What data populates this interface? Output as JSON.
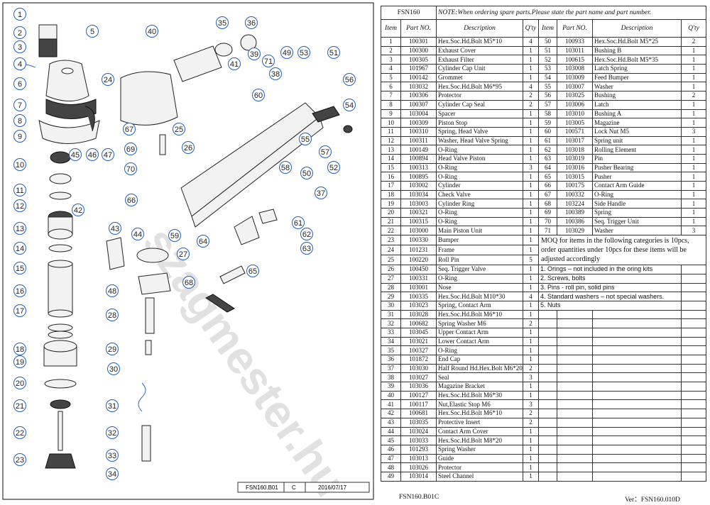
{
  "diagram": {
    "callouts": [
      "1",
      "2",
      "3",
      "4",
      "5",
      "6",
      "7",
      "8",
      "9",
      "10",
      "11",
      "12",
      "13",
      "14",
      "15",
      "16",
      "17",
      "18",
      "19",
      "20",
      "21",
      "22",
      "23",
      "24",
      "25",
      "26",
      "27",
      "28",
      "29",
      "30",
      "31",
      "32",
      "33",
      "34",
      "35",
      "36",
      "37",
      "38",
      "39",
      "40",
      "41",
      "42",
      "43",
      "44",
      "45",
      "46",
      "47",
      "48",
      "49",
      "50",
      "51",
      "52",
      "53",
      "54",
      "55",
      "56",
      "57",
      "58",
      "59",
      "60",
      "61",
      "62",
      "63",
      "64",
      "65",
      "66",
      "67",
      "68",
      "69",
      "70",
      "71"
    ],
    "title_block": {
      "drawing_no": "FSN160.B01",
      "rev": "C",
      "date": "2016/07/17"
    },
    "watermark": "szagmester.hu"
  },
  "sheet": {
    "model": "FSN160",
    "note": "NOTE:When ordering spare parts.Please state the part name and part number.",
    "headers": {
      "item": "Item",
      "part_no": "Part NO.",
      "description": "Description",
      "qty": "Q'ty"
    },
    "left_rows": [
      [
        "1",
        "100301",
        "Hex.Soc.Hd.Bolt  M5*10",
        "4"
      ],
      [
        "2",
        "100300",
        "Exhaust Cover",
        "1"
      ],
      [
        "3",
        "100305",
        "Exhaust Filter",
        "1"
      ],
      [
        "4",
        "101967",
        "Cylinder Cap Unit",
        "1"
      ],
      [
        "5",
        "100142",
        "Grommet",
        "1"
      ],
      [
        "6",
        "103032",
        "Hex.Soc.Hd.Bolt  M6*95",
        "4"
      ],
      [
        "7",
        "100306",
        "Protector",
        "2"
      ],
      [
        "8",
        "100307",
        "Cylinder Cap Seal",
        "2"
      ],
      [
        "9",
        "103004",
        "Spacer",
        "1"
      ],
      [
        "10",
        "100309",
        "Piston Stop",
        "1"
      ],
      [
        "11",
        "100310",
        "Spring, Head Valve",
        "1"
      ],
      [
        "12",
        "100311",
        "Washer, Head Valve Spring",
        "1"
      ],
      [
        "13",
        "100149",
        "O-Ring",
        "1"
      ],
      [
        "14",
        "100894",
        "Head Valve Piston",
        "1"
      ],
      [
        "15",
        "100313",
        "O-Ring",
        "3"
      ],
      [
        "16",
        "100895",
        "O-Ring",
        "1"
      ],
      [
        "17",
        "103002",
        "Cylinder",
        "1"
      ],
      [
        "18",
        "103034",
        "Check Valve",
        "1"
      ],
      [
        "19",
        "103003",
        "Cylinder Ring",
        "1"
      ],
      [
        "20",
        "100321",
        "O-Ring",
        "1"
      ],
      [
        "21",
        "100315",
        "O-Ring",
        "1"
      ],
      [
        "22",
        "103000",
        "Main Piston Unit",
        "1"
      ],
      [
        "23",
        "100330",
        "Bumper",
        "1"
      ],
      [
        "24",
        "101231",
        "Frame",
        "1"
      ],
      [
        "25",
        "100220",
        "Roll Pin",
        "5"
      ],
      [
        "26",
        "100450",
        "Seq. Trigger Valve",
        "1"
      ],
      [
        "27",
        "100331",
        "O-Ring",
        "1"
      ],
      [
        "28",
        "103001",
        "Nose",
        "1"
      ],
      [
        "29",
        "100335",
        "Hex.Soc.Hd.Bolt  M10*30",
        "4"
      ],
      [
        "30",
        "103023",
        "Spring, Contact Arm",
        "1"
      ],
      [
        "31",
        "103028",
        "Hex.Soc.Hd.Bolt  M6*10",
        "1"
      ],
      [
        "32",
        "100682",
        "Spring Washer M6",
        "2"
      ],
      [
        "33",
        "103045",
        "Upper Contact Arm",
        "1"
      ],
      [
        "34",
        "103021",
        "Lower Contact Arm",
        "1"
      ],
      [
        "35",
        "100327",
        "O-Ring",
        "1"
      ],
      [
        "36",
        "101872",
        "End Cap",
        "1"
      ],
      [
        "37",
        "103030",
        "Half Round Hd.Hex.Bolt M6*20",
        "2"
      ],
      [
        "38",
        "103027",
        "Seal",
        "3"
      ],
      [
        "39",
        "103036",
        "Magazine Bracket",
        "1"
      ],
      [
        "40",
        "100127",
        "Hex.Soc.Hd.Bolt  M6*30",
        "1"
      ],
      [
        "41",
        "100117",
        "Nut,Elastic Stop M6",
        "3"
      ],
      [
        "42",
        "100681",
        "Hex.Soc.Hd.Bolt  M6*10",
        "2"
      ],
      [
        "43",
        "103035",
        "Protective Insert",
        "2"
      ],
      [
        "44",
        "103024",
        "Contact Arm Cover",
        "1"
      ],
      [
        "45",
        "103033",
        "Hex.Soc.Hd.Bolt  M8*20",
        "1"
      ],
      [
        "46",
        "101293",
        "Spring Washer",
        "1"
      ],
      [
        "47",
        "103013",
        "Guide",
        "1"
      ],
      [
        "48",
        "103026",
        "Protector",
        "1"
      ],
      [
        "49",
        "103014",
        "Steel Channel",
        "1"
      ]
    ],
    "right_rows": [
      [
        "50",
        "100933",
        "Hex.Soc.Hd.Bolt  M5*25",
        "2"
      ],
      [
        "51",
        "103011",
        "Bushing B",
        "1"
      ],
      [
        "52",
        "100615",
        "Hex.Soc.Hd.Bolt  M5*35",
        "1"
      ],
      [
        "53",
        "103008",
        "Latch Spring",
        "1"
      ],
      [
        "54",
        "103009",
        "Feed Bumper",
        "1"
      ],
      [
        "55",
        "103007",
        "Washer",
        "1"
      ],
      [
        "56",
        "103025",
        "Bushing",
        "2"
      ],
      [
        "57",
        "103006",
        "Latch",
        "1"
      ],
      [
        "58",
        "103010",
        "Bushing A",
        "1"
      ],
      [
        "59",
        "103005",
        "Magazine",
        "1"
      ],
      [
        "60",
        "100571",
        "Lock Nut M5",
        "3"
      ],
      [
        "61",
        "103017",
        "Spring unit",
        "1"
      ],
      [
        "62",
        "103018",
        "Rolling Element",
        "1"
      ],
      [
        "63",
        "103019",
        "Pin",
        "1"
      ],
      [
        "64",
        "103016",
        "Pusher Bearing",
        "1"
      ],
      [
        "65",
        "103015",
        "Pusher",
        "1"
      ],
      [
        "66",
        "100175",
        "Contact Arm Guide",
        "1"
      ],
      [
        "67",
        "100332",
        "O-Ring",
        "1"
      ],
      [
        "68",
        "103224",
        "Side Handle",
        "1"
      ],
      [
        "69",
        "100389",
        "Spring",
        "1"
      ],
      [
        "70",
        "100386",
        "Seq. Trigger Unit",
        "1"
      ],
      [
        "71",
        "103029",
        "Washer",
        "3"
      ]
    ],
    "moq": {
      "intro": "MOQ for items in the following categories is 10pcs, order quantities under 10pcs for these items will be adjusted accordingly",
      "items": [
        "1.    Orings – not included in the oring kits",
        "2.    Screws, bolts",
        "3.    Pins  - roll pin, solid pins",
        "4.    Standard washers – not special washers.",
        "5.    Nuts"
      ]
    },
    "footer_left": "FSN160.B01C",
    "footer_right": "Ver：FSN160.010D"
  }
}
